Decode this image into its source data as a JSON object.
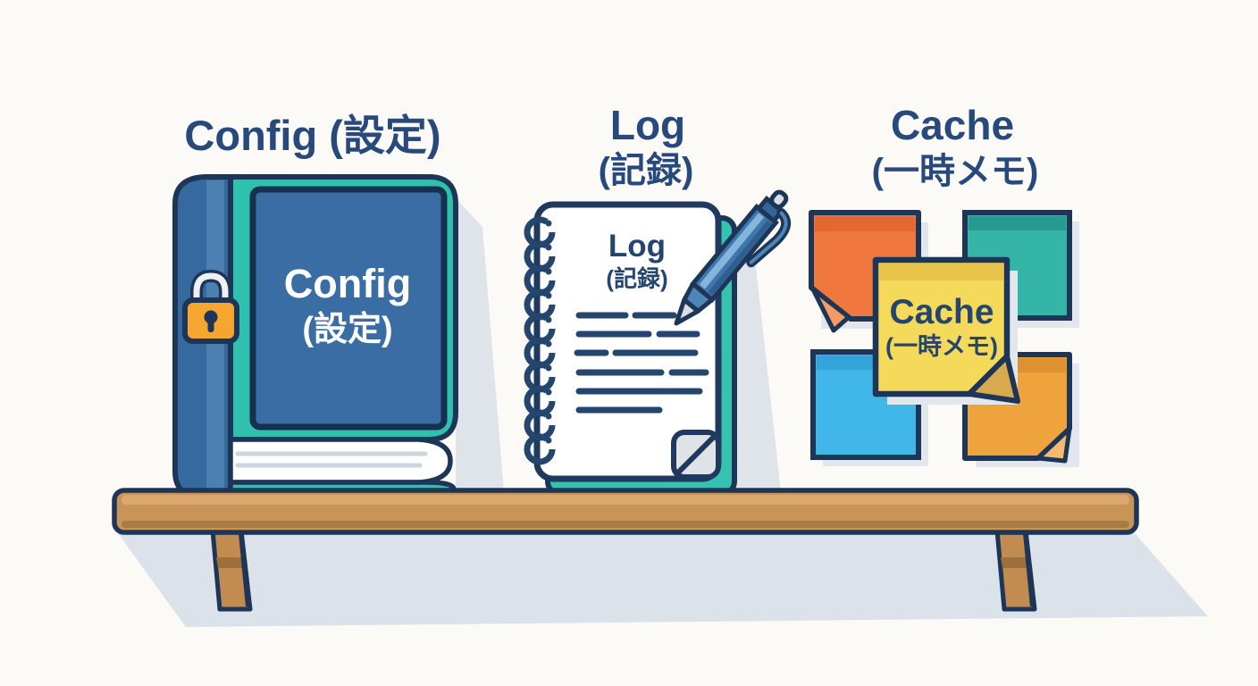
{
  "scene": {
    "description": "Flat illustration of three concepts on a wooden wall shelf",
    "background_color": "#fbfaf6",
    "outline_color": "#1d3557",
    "title_color": "#27497c",
    "shadow_color": "#dfe4ea"
  },
  "headings": {
    "config": "Config (設定)",
    "log_line1": "Log",
    "log_line2": "(記録)",
    "cache_line1": "Cache",
    "cache_line2": "(一時メモ)"
  },
  "book": {
    "label_line1": "Config",
    "label_line2": "(設定)",
    "cover_color": "#2fc0ae",
    "panel_color": "#3a6da3",
    "spine_color": "#36699f",
    "lock_color": "#f5a62f"
  },
  "notebook": {
    "label_line1": "Log",
    "label_line2": "(記録)",
    "ring_count": 10,
    "ruled_line_rows": 6,
    "back_cover_color": "#35c2b0",
    "pen_color": "#3e77ad"
  },
  "sticky_notes": {
    "center_label_line1": "Cache",
    "center_label_line2": "(一時メモ)",
    "colors": {
      "top_left": "#f0783f",
      "top_right": "#35b5a8",
      "bottom_left": "#41b6e8",
      "bottom_right": "#eea33d",
      "center": "#f4d95b"
    }
  },
  "shelf": {
    "wood_color": "#c99457",
    "bracket_count": 2
  }
}
